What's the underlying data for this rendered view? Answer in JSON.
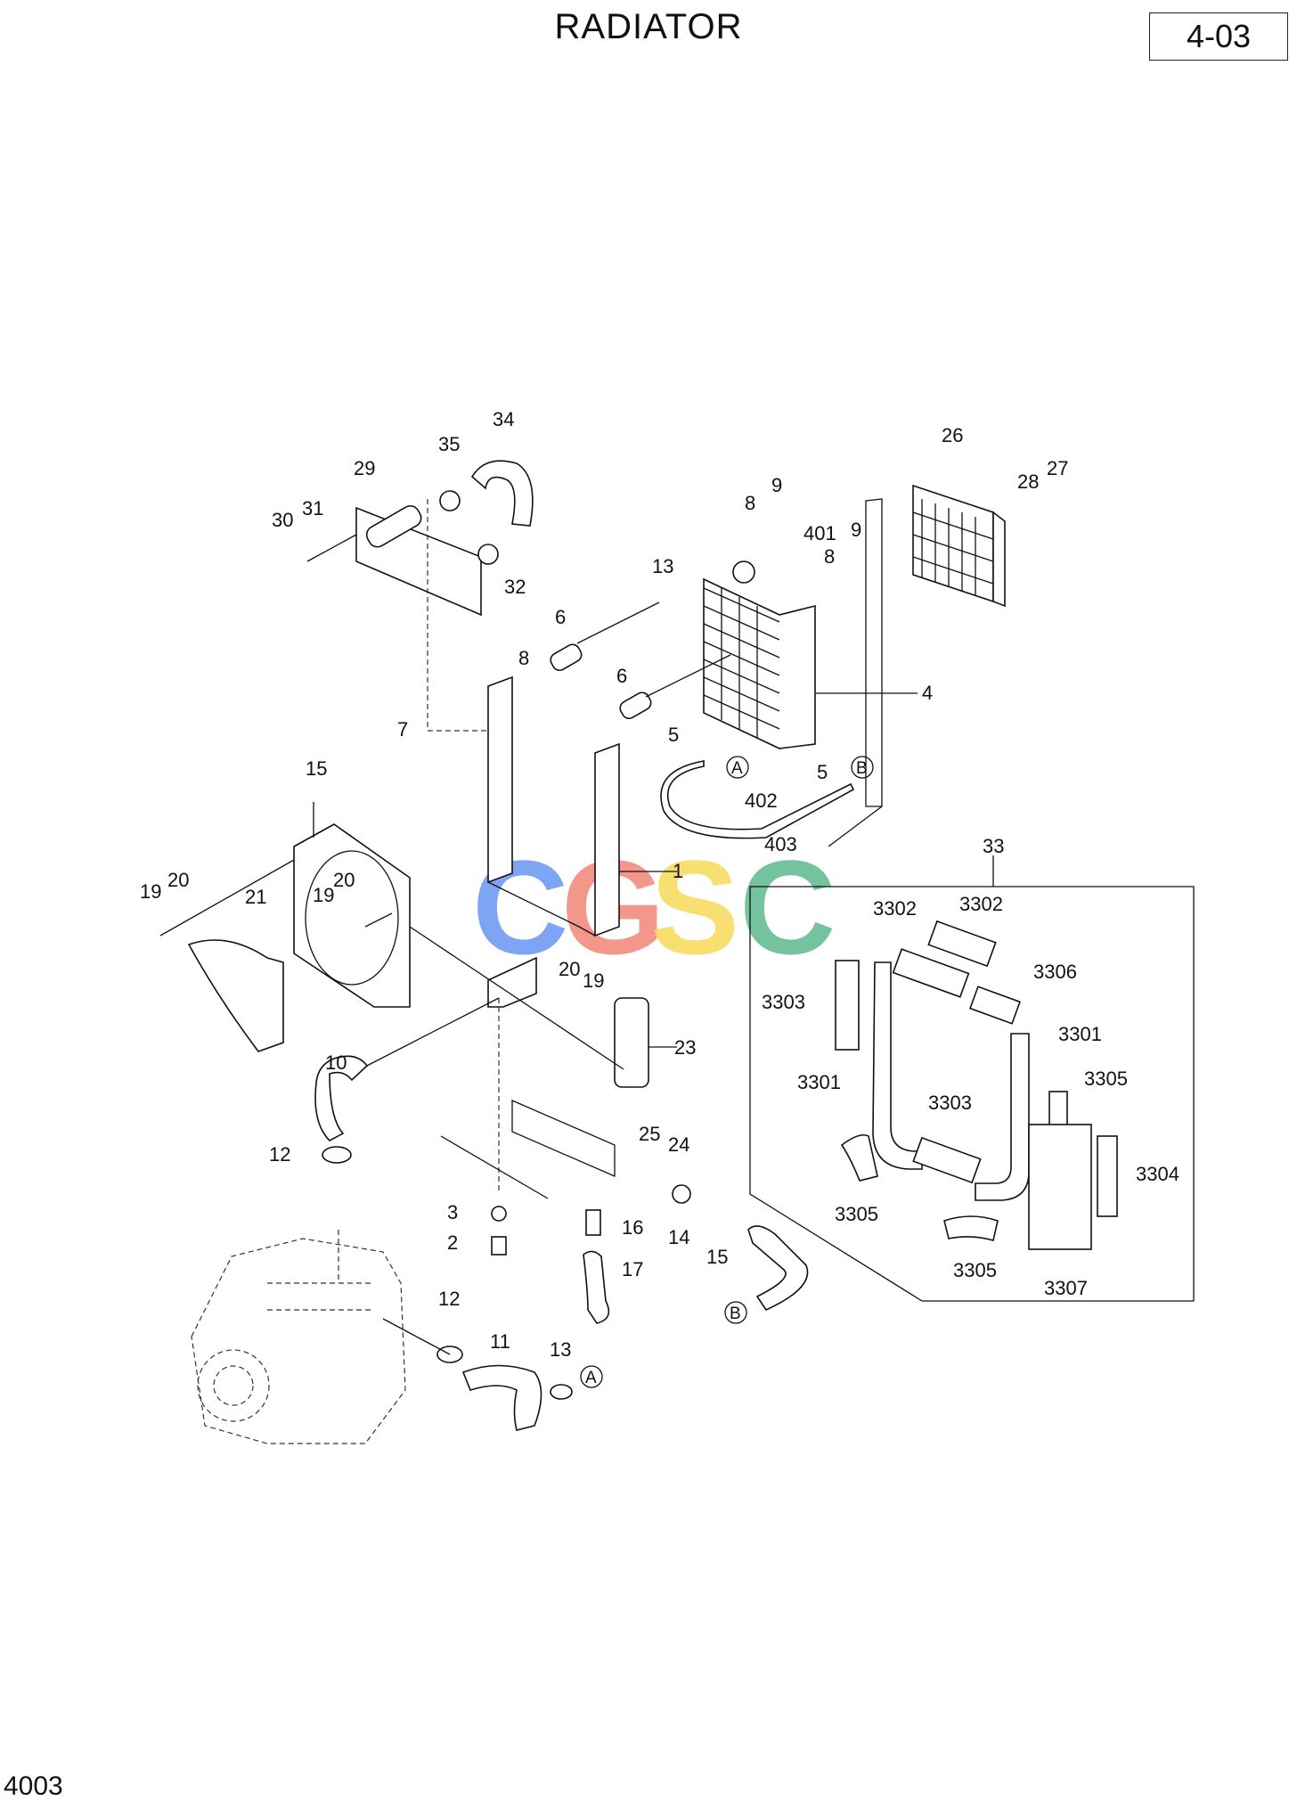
{
  "header": {
    "title": "RADIATOR",
    "page_ref": "4-03"
  },
  "footer": {
    "code": "4003"
  },
  "watermark": {
    "letters": [
      {
        "char": "C",
        "color": "#5b8cf0"
      },
      {
        "char": "G",
        "color": "#f07a6a"
      },
      {
        "char": "S",
        "color": "#f7d74a"
      },
      {
        "char": "C",
        "color": "#4fb384"
      }
    ]
  },
  "callouts": [
    "34",
    "35",
    "29",
    "30",
    "31",
    "32",
    "13",
    "6",
    "8",
    "9",
    "401",
    "8",
    "9",
    "4",
    "8",
    "6",
    "7",
    "5",
    "5",
    "402",
    "403",
    "15",
    "1",
    "19",
    "20",
    "19",
    "20",
    "21",
    "20",
    "19",
    "23",
    "10",
    "12",
    "25",
    "24",
    "3",
    "2",
    "16",
    "14",
    "15",
    "17",
    "12",
    "11",
    "13",
    "26",
    "27",
    "28",
    "33",
    "3302",
    "3302",
    "3306",
    "3303",
    "3301",
    "3301",
    "3305",
    "3303",
    "3304",
    "3305",
    "3305",
    "3307"
  ],
  "connectors": [
    "A",
    "B",
    "A",
    "B"
  ]
}
